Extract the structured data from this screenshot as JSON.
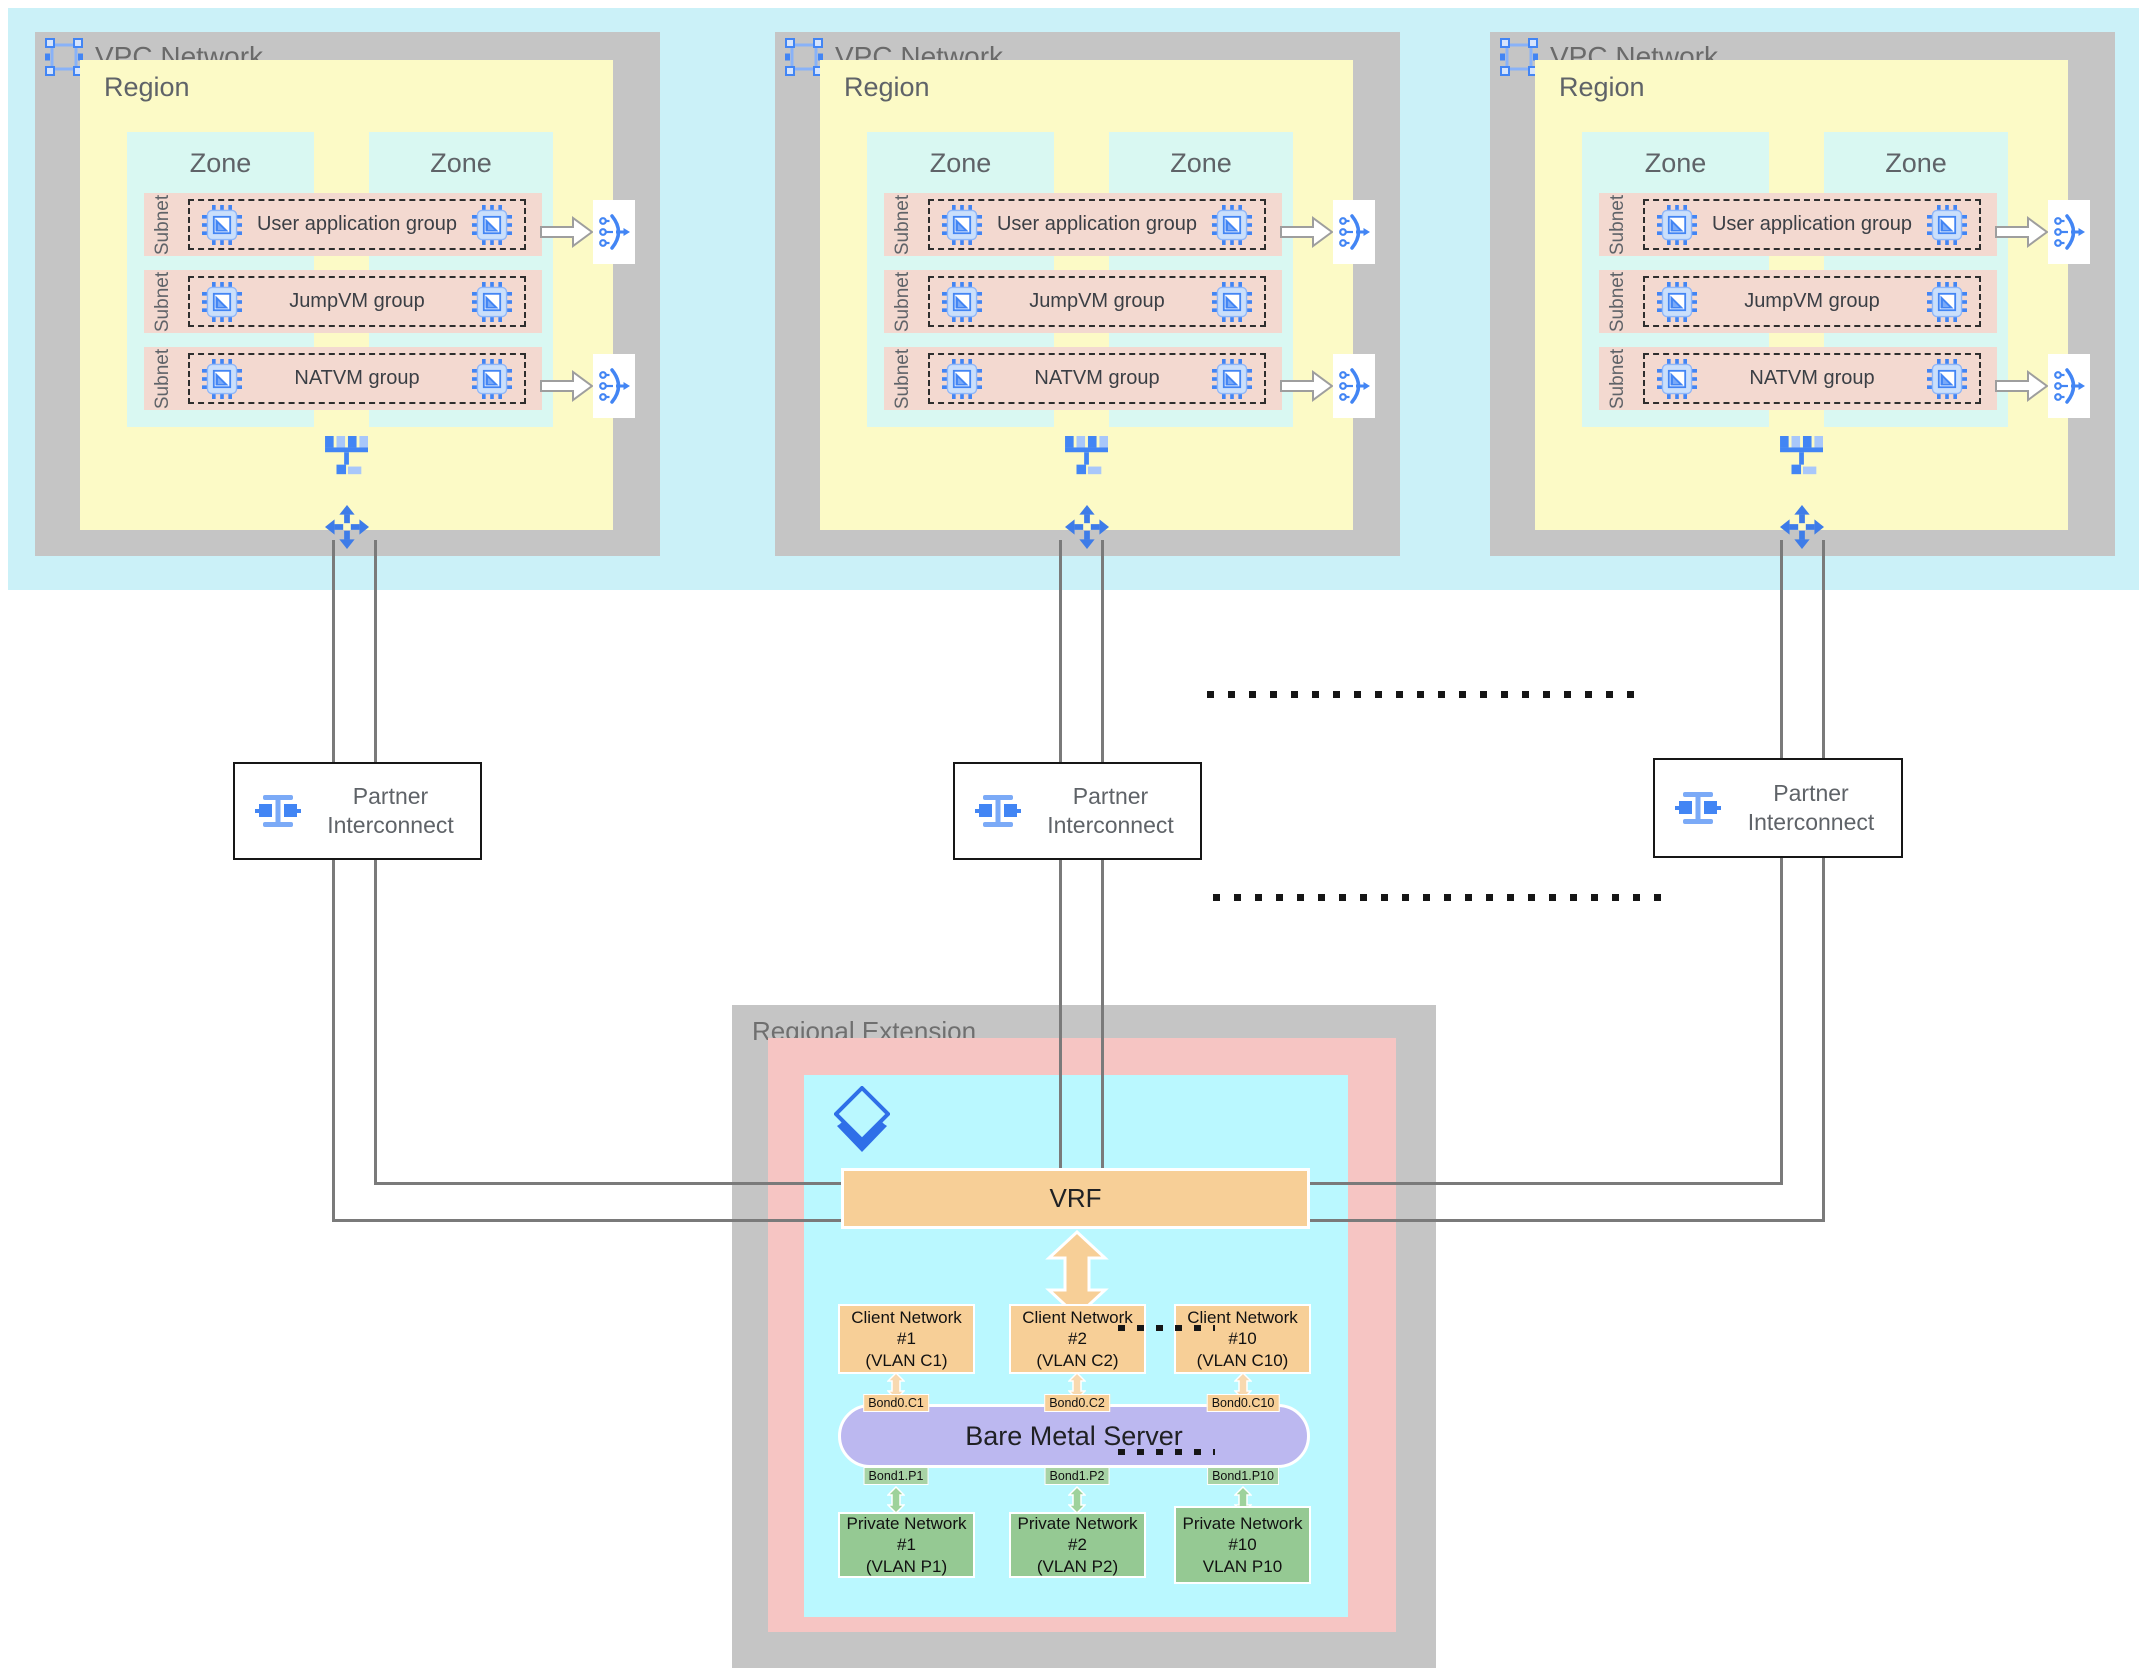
{
  "colors": {
    "band": "#cbf1f8",
    "vpc_frame": "#c5c5c5",
    "region_yellow": "#fcfac6",
    "zone_cyan": "#d9f8f2",
    "subnet_pink": "#f3d9d0",
    "re_pink": "#f6c5c3",
    "re_cyan": "#baf8ff",
    "accent_blue": "#4285f4",
    "light_blue": "#a8c7fa",
    "orange": "#f7cf97",
    "lavender": "#bcb8f0",
    "green": "#95c993",
    "connector_gray": "#7a7a7a"
  },
  "icons": [
    "vpc-network-icon",
    "vm-instance-icon",
    "network-topology-icon",
    "cloud-router-icon",
    "load-balancer-icon",
    "partner-interconnect-icon",
    "layers-icon",
    "egress-arrow",
    "double-arrow"
  ],
  "vpcs": [
    {
      "title": "VPC Network",
      "region_label": "Region",
      "zones": [
        {
          "label": "Zone"
        },
        {
          "label": "Zone"
        }
      ],
      "subnets": [
        {
          "side_label": "Subnet",
          "group_label": "User application group"
        },
        {
          "side_label": "Subnet",
          "group_label": "JumpVM group"
        },
        {
          "side_label": "Subnet",
          "group_label": "NATVM group"
        }
      ]
    },
    {
      "title": "VPC Network",
      "region_label": "Region",
      "zones": [
        {
          "label": "Zone"
        },
        {
          "label": "Zone"
        }
      ],
      "subnets": [
        {
          "side_label": "Subnet",
          "group_label": "User application group"
        },
        {
          "side_label": "Subnet",
          "group_label": "JumpVM group"
        },
        {
          "side_label": "Subnet",
          "group_label": "NATVM group"
        }
      ]
    },
    {
      "title": "VPC Network",
      "region_label": "Region",
      "zones": [
        {
          "label": "Zone"
        },
        {
          "label": "Zone"
        }
      ],
      "subnets": [
        {
          "side_label": "Subnet",
          "group_label": "User application group"
        },
        {
          "side_label": "Subnet",
          "group_label": "JumpVM group"
        },
        {
          "side_label": "Subnet",
          "group_label": "NATVM group"
        }
      ]
    }
  ],
  "interconnects": [
    {
      "line1": "Partner",
      "line2": "Interconnect"
    },
    {
      "line1": "Partner",
      "line2": "Interconnect"
    },
    {
      "line1": "Partner",
      "line2": "Interconnect"
    }
  ],
  "regional_extension": {
    "title": "Regional Extension",
    "vrf_label": "VRF",
    "bare_metal_label": "Bare Metal Server",
    "client_networks": [
      {
        "line1": "Client Network #1",
        "line2": "(VLAN C1)",
        "bond": "Bond0.C1"
      },
      {
        "line1": "Client Network #2",
        "line2": "(VLAN C2)",
        "bond": "Bond0.C2"
      },
      {
        "line1": "Client Network #10",
        "line2": "(VLAN C10)",
        "bond": "Bond0.C10"
      }
    ],
    "private_networks": [
      {
        "line1": "Private Network #1",
        "line2": "(VLAN P1)",
        "bond": "Bond1.P1"
      },
      {
        "line1": "Private Network #2",
        "line2": "(VLAN P2)",
        "bond": "Bond1.P2"
      },
      {
        "line1": "Private Network",
        "line2": "#10",
        "line3": "VLAN P10",
        "bond": "Bond1.P10"
      }
    ]
  }
}
